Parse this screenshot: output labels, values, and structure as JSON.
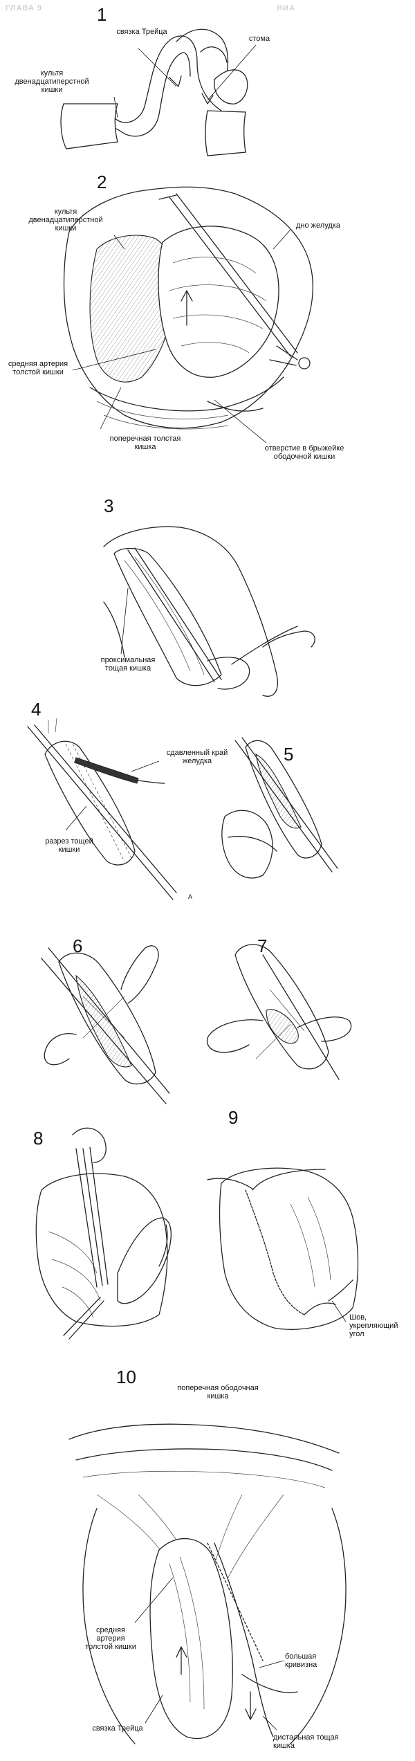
{
  "header": {
    "left": "ГЛАВА 9",
    "right": "ЯИА"
  },
  "figures": [
    {
      "number": "1",
      "labels": {
        "treitz": "связка Трейца",
        "stoma": "стома",
        "duodenal_stump": "культя двенадцатиперстной кишки"
      }
    },
    {
      "number": "2",
      "labels": {
        "duodenal_stump": "культя двенадцатиперстной кишки",
        "fundus": "дно желудка",
        "middle_colic": "средняя артерия толстой кишки",
        "transverse_colon": "поперечная толстая кишка",
        "mesocolon_opening": "отверстие в брыжейке ободочной кишки"
      }
    },
    {
      "number": "3",
      "labels": {
        "proximal_jejunum": "проксимальная тощая кишка"
      }
    },
    {
      "number": "4",
      "labels": {
        "crushed_edge": "сдавленный край желудка",
        "jejunal_incision": "разрез тощей кишки",
        "marker_a": "A"
      }
    },
    {
      "number": "5",
      "labels": {}
    },
    {
      "number": "6",
      "labels": {}
    },
    {
      "number": "7",
      "labels": {}
    },
    {
      "number": "8",
      "labels": {}
    },
    {
      "number": "9",
      "labels": {
        "angle_suture": "Шов, укрепляющий угол"
      }
    },
    {
      "number": "10",
      "labels": {
        "transverse_colon": "поперечная ободочная кишка",
        "middle_colic": "средняя артерия толстой кишки",
        "greater_curvature": "большая кривизна",
        "treitz": "связка Трейца",
        "distal_jejunum": "дистальная тощая кишка"
      }
    }
  ]
}
